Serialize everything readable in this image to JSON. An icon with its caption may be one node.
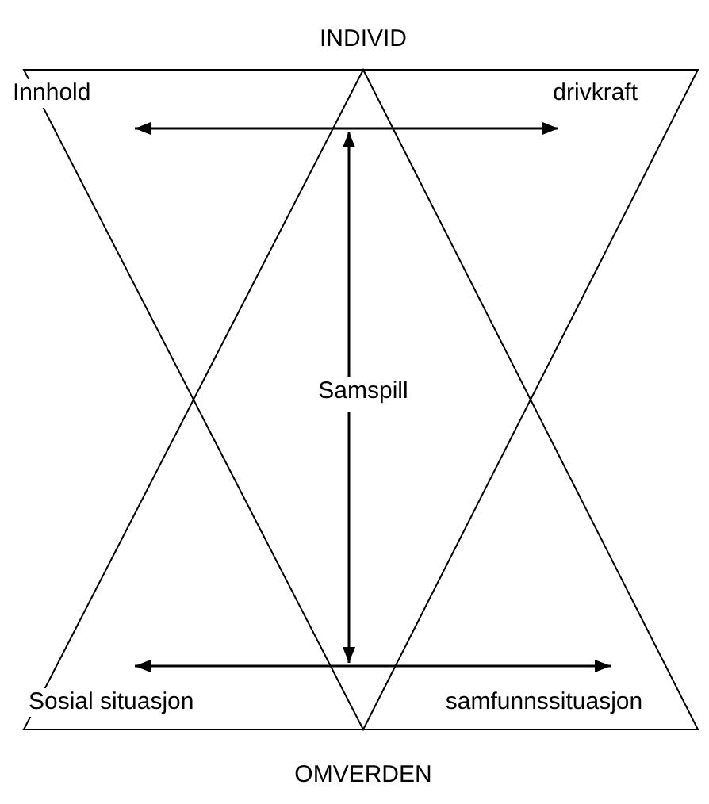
{
  "diagram": {
    "nodes": [
      {
        "text": [
          "Innhold"
        ]
      },
      {
        "text": [
          "drivkraft"
        ]
      },
      {
        "text": [
          "Sosial situasjon"
        ]
      },
      {
        "text": [
          "samfunnssituasjon"
        ]
      },
      {
        "text": [
          "Samspill"
        ]
      }
    ],
    "edges": [
      {
        "from": 0,
        "to": 1,
        "arrow": "both"
      },
      {
        "from": 2,
        "to": 3,
        "arrow": "both"
      },
      {
        "from": 4,
        "to": null,
        "arrow": "to"
      },
      {
        "from": 4,
        "to": null,
        "arrow": "to"
      }
    ],
    "labels": [
      "INDIVID",
      "OMVERDEN"
    ]
  }
}
